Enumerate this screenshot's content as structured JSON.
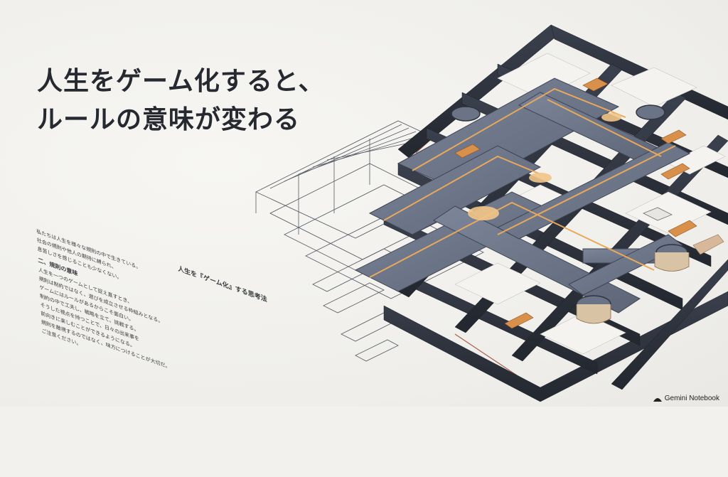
{
  "headline": {
    "line1": "人生をゲーム化すると、",
    "line2": "ルールの意味が変わる"
  },
  "document": {
    "title": "人生を『ゲーム化』する思考法",
    "lines_a": [
      "私たちは人生を様々な規則の中で生きている。",
      "社会の規則や他人の期待に縛られ、",
      "息苦しさを感じることも少なくない。"
    ],
    "section": "二、規則の意味",
    "lines_b": [
      "人生を一つのゲームとして捉え直すとき、",
      "規則は制約ではなく、遊びを成立させる枠組みとなる。",
      "ゲームにはルールがあるからこそ面白い。",
      "制約の中で工夫し、戦略を立て、挑戦する。",
      "そうした視点を持つことで、日々の出来事を",
      "前向きに楽しむことができるようになる。",
      "規則を敵視するのではなく、味方につけることが大切だ。",
      "ご注意ください。"
    ]
  },
  "brand": {
    "label": "Gemini Notebook"
  },
  "colors": {
    "frame": "#2f3440",
    "track": "#6b7386",
    "accent": "#e8a95b",
    "border_line": "#a5604a",
    "text": "#26292f"
  }
}
